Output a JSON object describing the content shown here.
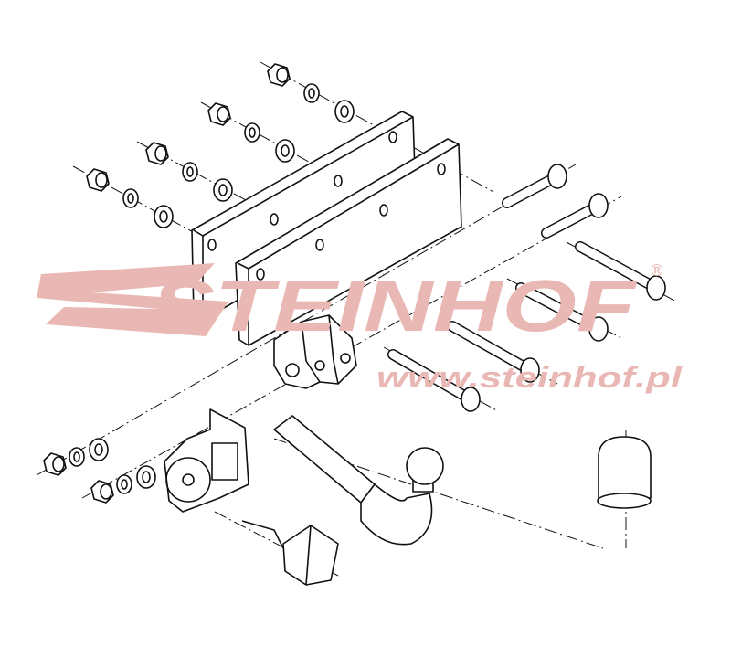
{
  "watermark": {
    "brand": "STEINHOF",
    "registered": "®",
    "url": "www.steinhof.pl",
    "color": "#e9b8b4"
  },
  "parts": [
    "nuts",
    "washers",
    "mounting-plates",
    "bolts",
    "tow-bar-bracket",
    "socket-plate",
    "electrical-socket",
    "ball-neck",
    "ball-cap"
  ]
}
